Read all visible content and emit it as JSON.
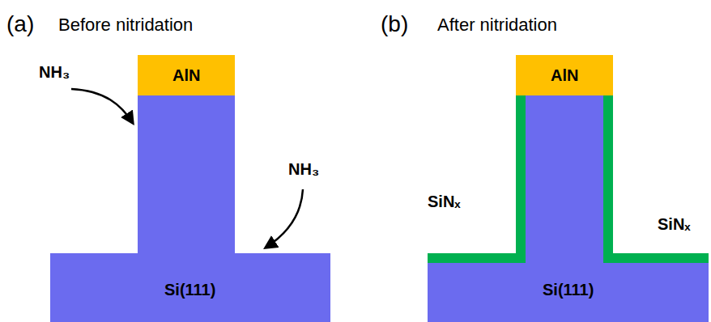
{
  "diagram": {
    "nodes": [
      {
        "text": [
          "AlN"
        ]
      },
      {
        "text": [
          "Si(111)"
        ]
      },
      {
        "text": [
          "AlN"
        ]
      },
      {
        "text": [
          "Si(111)"
        ]
      }
    ],
    "labels": [
      "(a)",
      "Before nitridation",
      "(b)",
      "After nitridation",
      "NH₃",
      "NH₃",
      "SiNₓ",
      "SiNₓ"
    ]
  }
}
